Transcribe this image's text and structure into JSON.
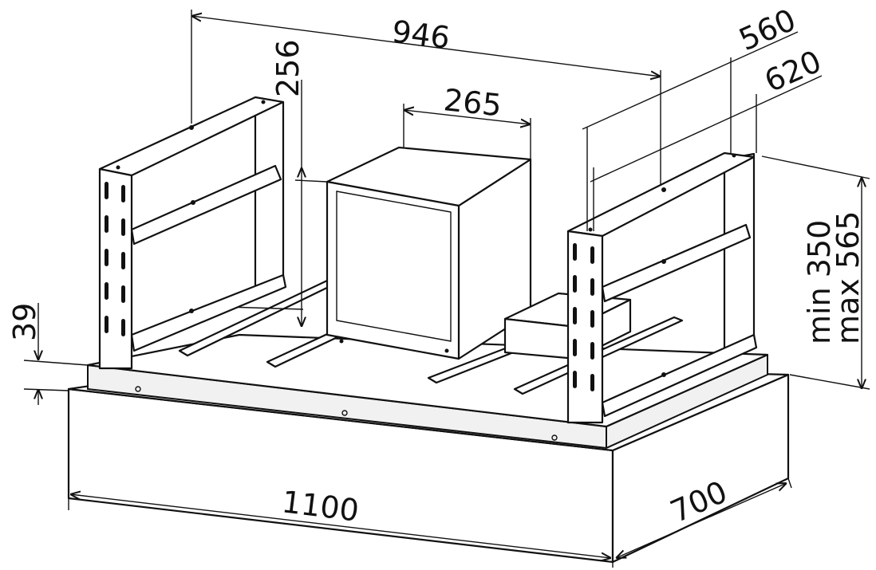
{
  "dimensions": {
    "width_top": "946",
    "motor_width": "265",
    "motor_height": "256",
    "depth_inner": "560",
    "depth_outer": "620",
    "height_min": "min 350",
    "height_max": "max 565",
    "plate_height": "39",
    "hood_width": "1100",
    "hood_depth": "700"
  }
}
